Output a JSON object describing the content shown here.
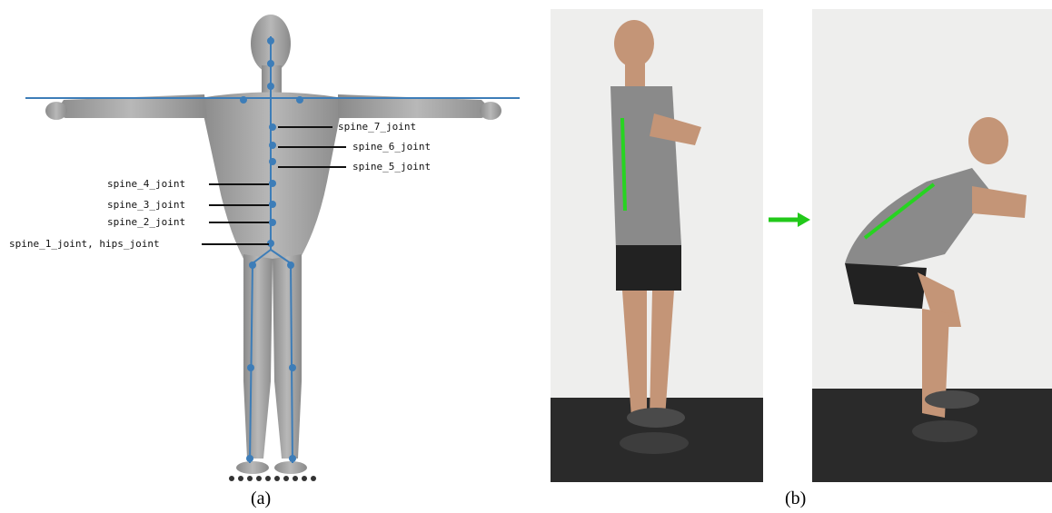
{
  "panel_a": {
    "caption": "(a)",
    "labels": {
      "spine7": "spine_7_joint",
      "spine6": "spine_6_joint",
      "spine5": "spine_5_joint",
      "spine4": "spine_4_joint",
      "spine3": "spine_3_joint",
      "spine2": "spine_2_joint",
      "spine1": "spine_1_joint, hips_joint"
    }
  },
  "panel_b": {
    "caption": "(b)"
  },
  "colors": {
    "skeleton": "#3d7db8",
    "back_line": "#27d421",
    "arrow": "#22c91a",
    "body": "#9a9a9a",
    "wall": "#eeeeed",
    "floor": "#2a2a2a"
  }
}
